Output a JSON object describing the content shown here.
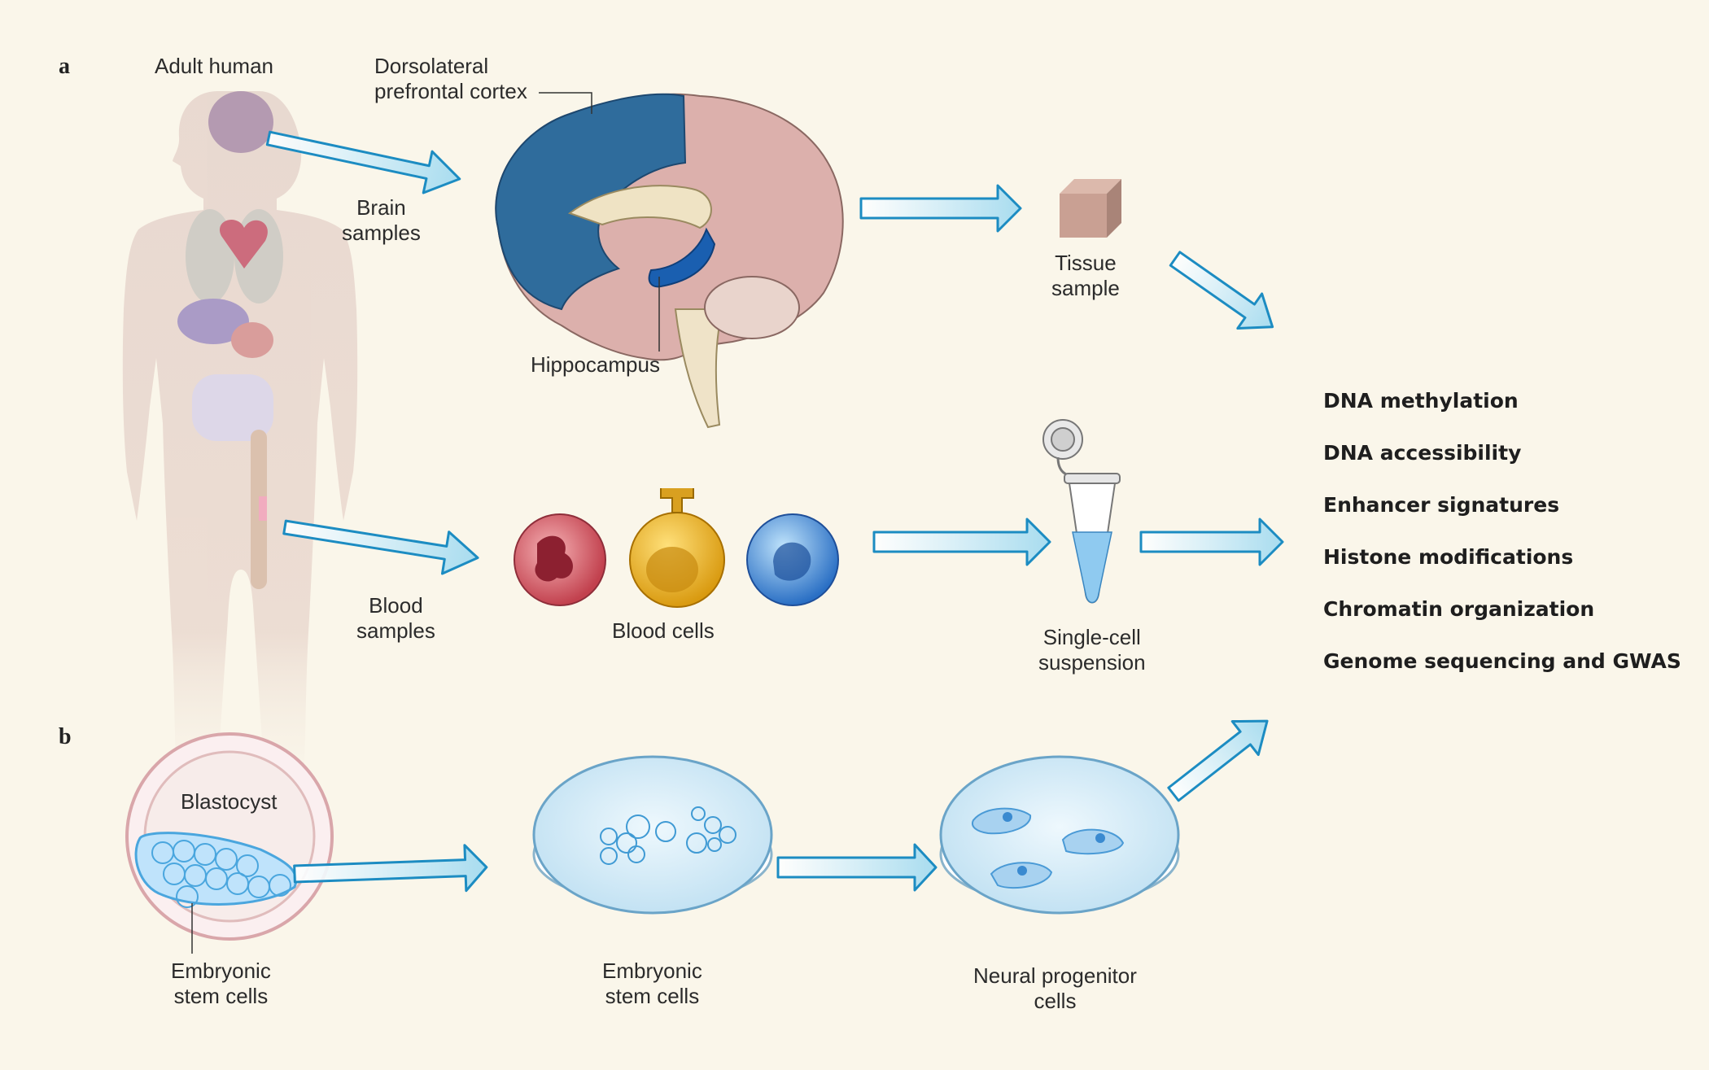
{
  "panels": {
    "a": "a",
    "b": "b"
  },
  "labels": {
    "adult_human": "Adult human",
    "dlpfc_line1": "Dorsolateral",
    "dlpfc_line2": "prefrontal cortex",
    "brain_samples_line1": "Brain",
    "brain_samples_line2": "samples",
    "hippocampus": "Hippocampus",
    "tissue_line1": "Tissue",
    "tissue_line2": "sample",
    "blood_samples_line1": "Blood",
    "blood_samples_line2": "samples",
    "blood_cells": "Blood cells",
    "single_cell_line1": "Single-cell",
    "single_cell_line2": "suspension",
    "blastocyst": "Blastocyst",
    "esc_blasto_line1": "Embryonic",
    "esc_blasto_line2": "stem cells",
    "esc_dish_line1": "Embryonic",
    "esc_dish_line2": "stem cells",
    "npc_line1": "Neural progenitor",
    "npc_line2": "cells"
  },
  "outputs": [
    "DNA methylation",
    "DNA accessibility",
    "Enhancer signatures",
    "Histone modifications",
    "Chromatin organization",
    "Genome sequencing and GWAS"
  ],
  "colors": {
    "background": "#faf6ea",
    "arrow_fill": "#bfe6f2",
    "arrow_stroke": "#1c8cc2",
    "cortex_highlight": "#2f6c9c",
    "hippocampus": "#1a5fb0"
  }
}
